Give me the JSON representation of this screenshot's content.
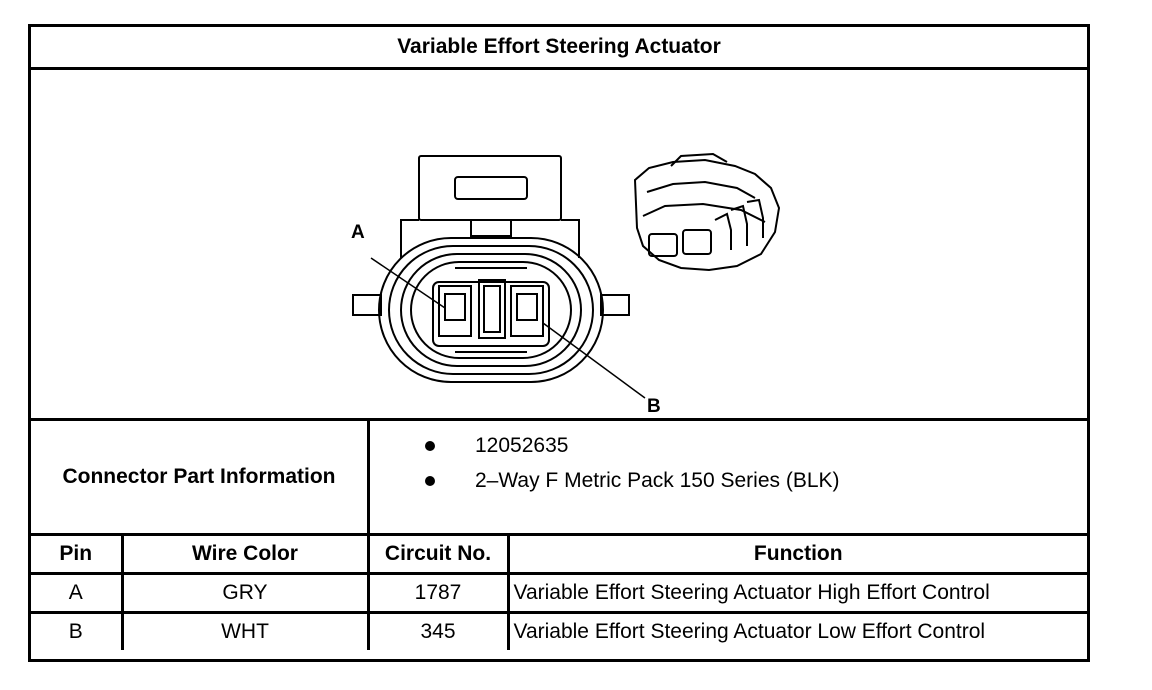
{
  "title": "Variable Effort Steering Actuator",
  "diagram": {
    "label_a": "A",
    "label_b": "B"
  },
  "connector": {
    "label": "Connector Part Information",
    "items": [
      "12052635",
      "2–Way F Metric Pack 150 Series (BLK)"
    ]
  },
  "table": {
    "headers": [
      "Pin",
      "Wire Color",
      "Circuit No.",
      "Function"
    ],
    "rows": [
      {
        "pin": "A",
        "color": "GRY",
        "circuit": "1787",
        "function": "Variable Effort Steering Actuator High Effort Control"
      },
      {
        "pin": "B",
        "color": "WHT",
        "circuit": "345",
        "function": "Variable Effort Steering Actuator Low Effort Control"
      }
    ]
  }
}
